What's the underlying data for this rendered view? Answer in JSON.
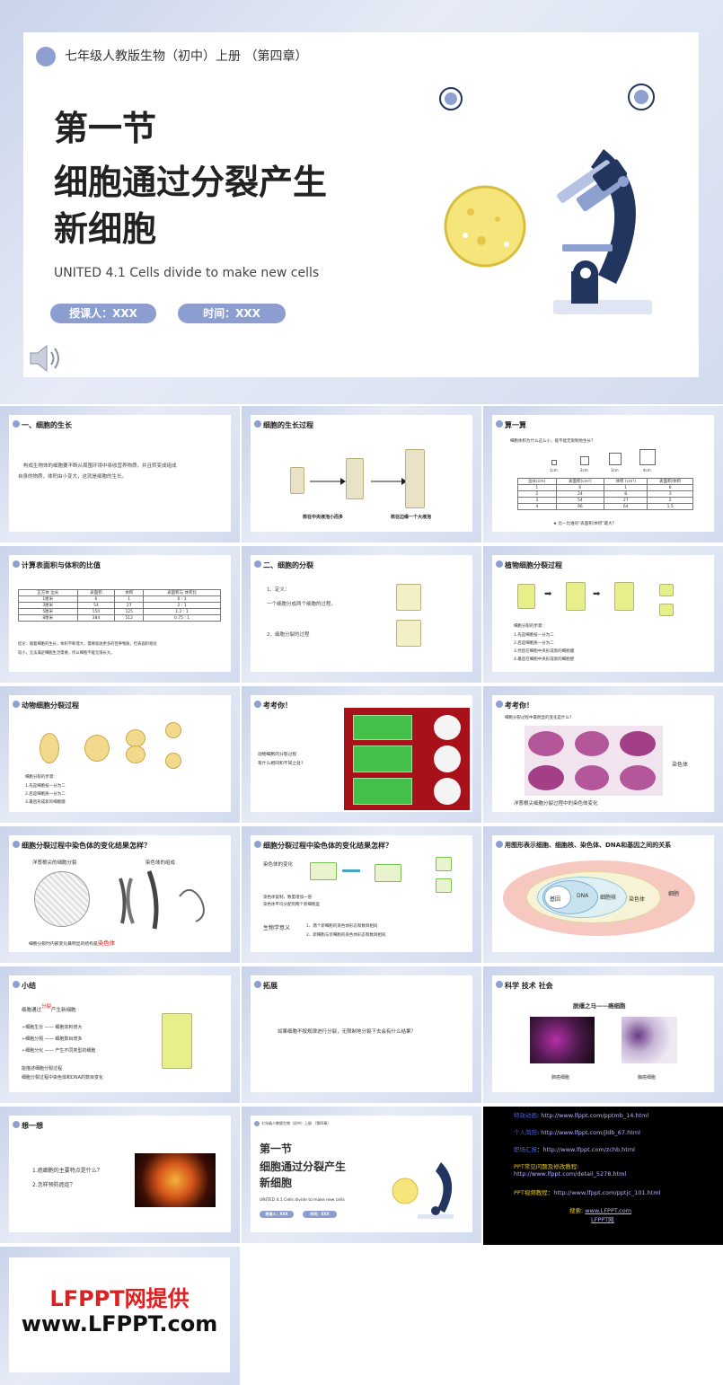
{
  "main_slide": {
    "header": "七年级人教版生物（初中）上册 （第四章）",
    "title_line1": "第一节",
    "title_line2": "细胞通过分裂产生",
    "title_line3": "新细胞",
    "subtitle": "UNITED 4.1   Cells divide to make new cells",
    "teacher_label": "授课人：XXX",
    "time_label": "时间：XXX"
  },
  "thumbs": {
    "s1": {
      "title": "一、细胞的生长",
      "body1": "构成生物体的细胞要不断从周围环境中吸收营养物质，并且转变成组成",
      "body2": "自身的物质，体积由小变大，这就是细胞的生长。"
    },
    "s2": {
      "title": "细胞的生长过程",
      "cap1": "核在中央液泡小而多",
      "cap2": "核在边缘一个大液泡"
    },
    "s3": {
      "title": "算一算",
      "question": "细胞体积为什么这么小，能不能无限制地生长？",
      "sizes": [
        "1cm",
        "2cm",
        "3cm",
        "4cm"
      ],
      "headers": [
        "边长(cm)",
        "表面积(cm²)",
        "体积 (cm³)",
        "表面积/体积"
      ],
      "rows": [
        [
          "1",
          "6",
          "1",
          "6"
        ],
        [
          "2",
          "24",
          "8",
          "3"
        ],
        [
          "3",
          "54",
          "27",
          "2"
        ],
        [
          "4",
          "96",
          "64",
          "1.5"
        ]
      ],
      "note": "★ 比一比谁的“表面积/体积”最大？"
    },
    "s4": {
      "title": "计算表面积与体积的比值",
      "headers": [
        "正方体  边长",
        "表面积",
        "体积",
        "表面积与 体积比"
      ],
      "rows": [
        [
          "1厘米",
          "6",
          "1",
          "6   : 1"
        ],
        [
          "3厘米",
          "54",
          "27",
          "2   : 1"
        ],
        [
          "5厘米",
          "150",
          "125",
          "1.2  : 1"
        ],
        [
          "8厘米",
          "384",
          "512",
          "0.75 : 1"
        ]
      ],
      "note1": "结论：随着细胞的生长，体积不断增大，需要吸收更多的营养物质，但表面积相对",
      "note2": "较小，无法满足细胞生活需要，所以细胞不能无限长大。"
    },
    "s5": {
      "title": "二、细胞的分裂",
      "item1": "1、定义：",
      "item1b": "一个细胞分成两个细胞的过程。",
      "item2": "2、细胞分裂的过程"
    },
    "s6": {
      "title": "植物细胞分裂过程",
      "steps_title": "细胞分裂的步骤：",
      "steps": [
        "1.先是细胞核一分为二",
        "2.后是细胞质一分为二",
        "3.然后在细胞中央形成新的细胞膜",
        "4.最后在细胞中央形成新的细胞壁"
      ]
    },
    "s7": {
      "title": "动物细胞分裂过程",
      "steps_title": "细胞分裂的步骤：",
      "steps": [
        "1.先是细胞核一分为二",
        "2.后是细胞质一分为二",
        "3.最后形成新的细胞膜"
      ]
    },
    "s8": {
      "title": "考考你！",
      "q1": "动物细胞的分裂过程",
      "q2": "有什么相同和不同之处？"
    },
    "s9": {
      "title": "考考你！",
      "question": "细胞分裂过程中最明显的变化是什么？",
      "label": "染色体",
      "caption": "洋葱根尖细胞分裂过程中的染色体变化"
    },
    "s10": {
      "title": "细胞分裂过程中染色体的变化结果怎样？",
      "left_label": "洋葱根尖的细胞分裂",
      "right_label": "染色体的组成",
      "note": "细胞分裂时内部变化最明显的结构是",
      "note_red": "染色体"
    },
    "s11": {
      "title": "细胞分裂过程中染色体的变化结果怎样？",
      "label": "染色体的变化",
      "d1": "染色体复制，数量增加一倍",
      "d2": "染色体平均分配到两个新细胞里",
      "meaning": "生物学意义",
      "m1": "1、两个新细胞的染色体形态和数目相同",
      "m2": "2、新细胞与亲细胞的染色体形态和数目相同"
    },
    "s12": {
      "title": "用图形表示细胞、细胞核、染色体、DNA和基因之间的关系",
      "labels": [
        "基因",
        "DNA",
        "细胞核",
        "染色体",
        "细胞"
      ]
    },
    "s13": {
      "title": "小结",
      "lead": "细胞通过",
      "lead_red": "分裂",
      "lead_end": "产生新细胞",
      "items": [
        "➢细胞生长 —— 细胞体积增大",
        "➢细胞分裂 —— 细胞数目增多",
        "➢细胞分化 —— 产生不同类型的细胞"
      ],
      "f1": "能描述细胞分裂过程",
      "f2": "细胞分裂过程中染色体和DNA的数目变化"
    },
    "s14": {
      "title": "拓展",
      "body": "如果细胞不按规律进行分裂，无限制地分裂下去会有什么结果？"
    },
    "s15": {
      "title": "科学  技术  社会",
      "sub": "脱缰之马——癌细胞",
      "c1": "肺癌细胞",
      "c2": "胸癌细胞"
    },
    "s16": {
      "title": "想一想",
      "q1": "1.癌细胞的主要特点是什么？",
      "q2": "2.怎样预防癌症？"
    },
    "s17": {
      "header": "七年级人教版生物（初中）上册 （第四章）",
      "l1": "第一节",
      "l2": "细胞通过分裂产生",
      "l3": "新细胞",
      "sub": "UNITED 4.1   Cells divide to make new cells",
      "teacher": "授课人：XXX",
      "time": "时间：XXX"
    },
    "s18": {
      "links": [
        {
          "label": "特效动画",
          "url": "http://www.lfppt.com/pptmb_14.html"
        },
        {
          "label": "个人简历",
          "url": "http://www.lfppt.com/jldb_67.html"
        },
        {
          "label": "职场汇报",
          "url": "http://www.lfppt.com/zchb.html"
        },
        {
          "label": "PPT常见问题及修改教程",
          "url": "http://www.lfppt.com/detail_5278.html"
        },
        {
          "label": "PPT视频教程",
          "url": "http://www.lfppt.com/pptjc_101.html"
        }
      ],
      "search_label": "搜索:",
      "search_url": "www.LFPPT.com",
      "search_name": "LFPPT网"
    },
    "s19": {
      "line1": "LFPPT网提供",
      "line2": "www.LFPPT.com"
    }
  },
  "colors": {
    "accent": "#8c9dd0",
    "dark_blue": "#22355e",
    "yellow": "#f6e57a",
    "red": "#e02020"
  }
}
